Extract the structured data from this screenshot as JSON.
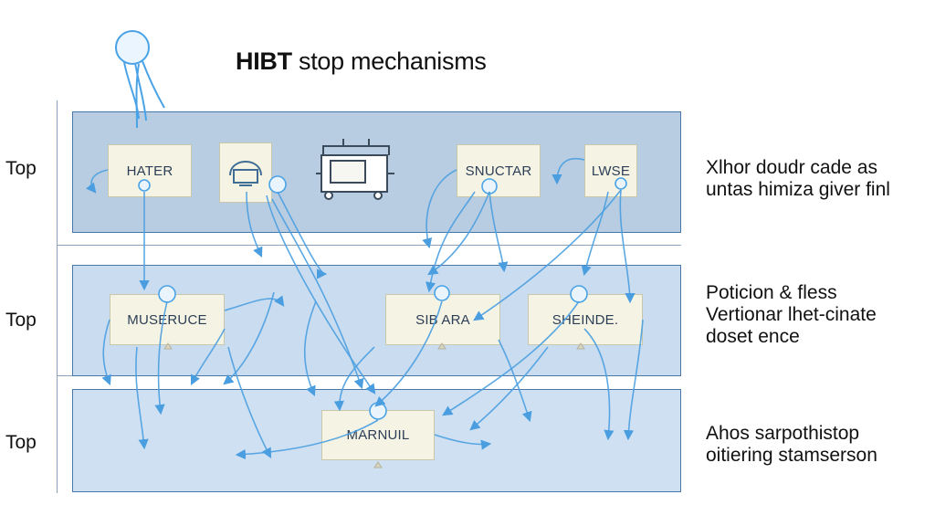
{
  "diagram": {
    "title_bold": "HIBT",
    "title_rest": "stop mechanisms",
    "rows": [
      {
        "label": "Top"
      },
      {
        "label": "Top"
      },
      {
        "label": "Top"
      }
    ],
    "boxes": {
      "hater": "HATER",
      "snuctar": "SNUCTAR",
      "lwse": "LWSE",
      "museruce": "MUSERUCE",
      "sibara": "SIB ARA",
      "sheinde": "SHEINDE.",
      "marnuil": "MARNUIL"
    },
    "side_notes": [
      {
        "line1": "Xlhor doudr cade as",
        "line2": "untas himiza giver finl"
      },
      {
        "line1": "Poticion & fless",
        "line2": "Vertionar lhet-cinate",
        "line3": "doset ence"
      },
      {
        "line1": "Ahos sarpothistop",
        "line2": "oitiering stamserson"
      }
    ],
    "colors": {
      "arrow": "#4a9ee0",
      "band_border": "#4a78a8",
      "box_fill": "#f5f4e4"
    },
    "icons": [
      "balloon-icon",
      "monitor-icon",
      "machine-icon",
      "bulb-icon"
    ]
  }
}
